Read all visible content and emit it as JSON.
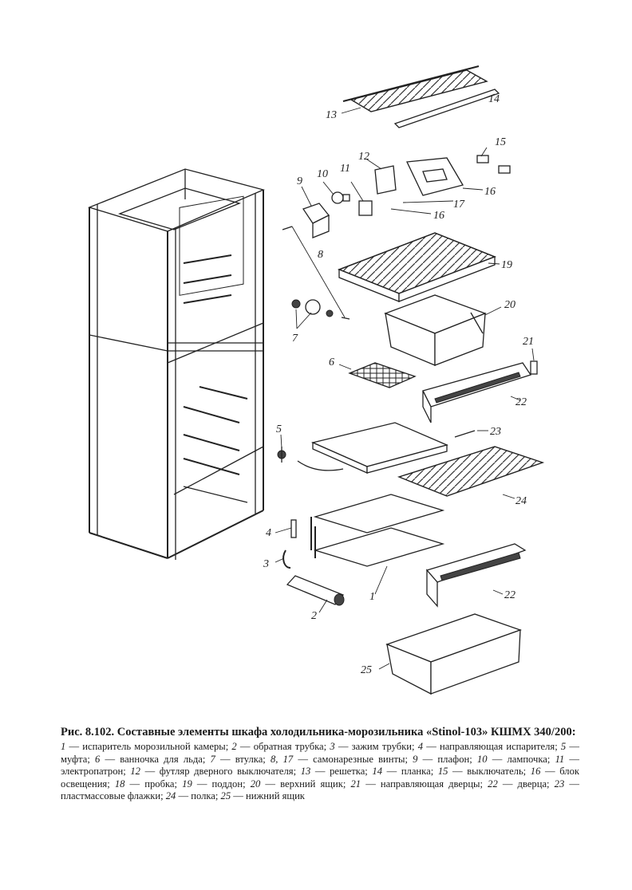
{
  "figure": {
    "labels": {
      "l1": "1",
      "l2": "2",
      "l3": "3",
      "l4": "4",
      "l5": "5",
      "l6": "6",
      "l7": "7",
      "l8": "8",
      "l9": "9",
      "l10": "10",
      "l11": "11",
      "l12": "12",
      "l13": "13",
      "l14": "14",
      "l15": "15",
      "l16a": "16",
      "l16b": "16",
      "l17": "17",
      "l19": "19",
      "l20": "20",
      "l21": "21",
      "l22a": "22",
      "l22b": "22",
      "l23": "23",
      "l24": "24",
      "l25": "25"
    }
  },
  "caption": {
    "title": "Рис. 8.102. Составные элементы шкафа холодильника-морозильника «Stinol-103» КШМХ 340/200:",
    "items": [
      {
        "num": "1",
        "text": " — испаритель морозильной камеры; "
      },
      {
        "num": "2",
        "text": " — обратная трубка; "
      },
      {
        "num": "3",
        "text": " — зажим трубки; "
      },
      {
        "num": "4",
        "text": " — направляющая испарителя; "
      },
      {
        "num": "5",
        "text": " — муфта; "
      },
      {
        "num": "6",
        "text": " — ванночка для льда; "
      },
      {
        "num": "7",
        "text": " — втулка; "
      },
      {
        "num": "8, 17",
        "text": " — самонарезные винты; "
      },
      {
        "num": "9",
        "text": " — плафон; "
      },
      {
        "num": "10",
        "text": " — лампочка; "
      },
      {
        "num": "11",
        "text": " — электропатрон; "
      },
      {
        "num": "12",
        "text": " — футляр дверного выключателя; "
      },
      {
        "num": "13",
        "text": " — решетка; "
      },
      {
        "num": "14",
        "text": " — планка; "
      },
      {
        "num": "15",
        "text": " — выключатель; "
      },
      {
        "num": "16",
        "text": " — блок освещения; "
      },
      {
        "num": "18",
        "text": " — пробка; "
      },
      {
        "num": "19",
        "text": " — поддон; "
      },
      {
        "num": "20",
        "text": " — верхний ящик; "
      },
      {
        "num": "21",
        "text": " — направляющая дверцы; "
      },
      {
        "num": "22",
        "text": " — дверца; "
      },
      {
        "num": "23",
        "text": " — пластмассовые флажки; "
      },
      {
        "num": "24",
        "text": " — полка; "
      },
      {
        "num": "25",
        "text": " — нижний ящик"
      }
    ]
  }
}
